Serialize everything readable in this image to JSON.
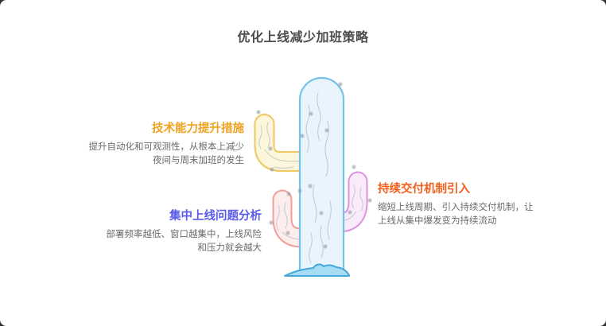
{
  "page": {
    "title": "优化上线减少加班策略"
  },
  "sections": {
    "tech": {
      "title": "技术能力提升措施",
      "desc_line1": "提升自动化和可观测性，从根本上减少",
      "desc_line2": "夜间与周末加班的发生",
      "accent_color": "#EEA220"
    },
    "focus": {
      "title": "集中上线问题分析",
      "desc_line1": "部署频率越低、窗口越集中，上线风险",
      "desc_line2": "和压力就会越大",
      "accent_color": "#5A5BE8"
    },
    "delivery": {
      "title": "持续交付机制引入",
      "desc_line1": "缩短上线周期、引入持续交付机制，让",
      "desc_line2": "上线从集中爆发变为持续流动",
      "accent_color": "#F2601F"
    }
  },
  "illustration": {
    "name": "cactus",
    "trunk_fill": "#E9F4FC",
    "trunk_stroke": "#76C3EA",
    "arm_yellow_fill": "#FCF6DC",
    "arm_yellow_stroke": "#EEC75F",
    "arm_pink_fill": "#FDEDED",
    "arm_pink_stroke": "#F29C9C",
    "arm_magenta_fill": "#F9EBFA",
    "arm_magenta_stroke": "#DE92DF",
    "base_fill": "#A7DDF4",
    "base_stroke": "#42A8DB"
  },
  "theme": {
    "title_color": "#4C4C4C",
    "desc_color": "#6A6A6A",
    "card_bg": "#FFFFFF"
  }
}
